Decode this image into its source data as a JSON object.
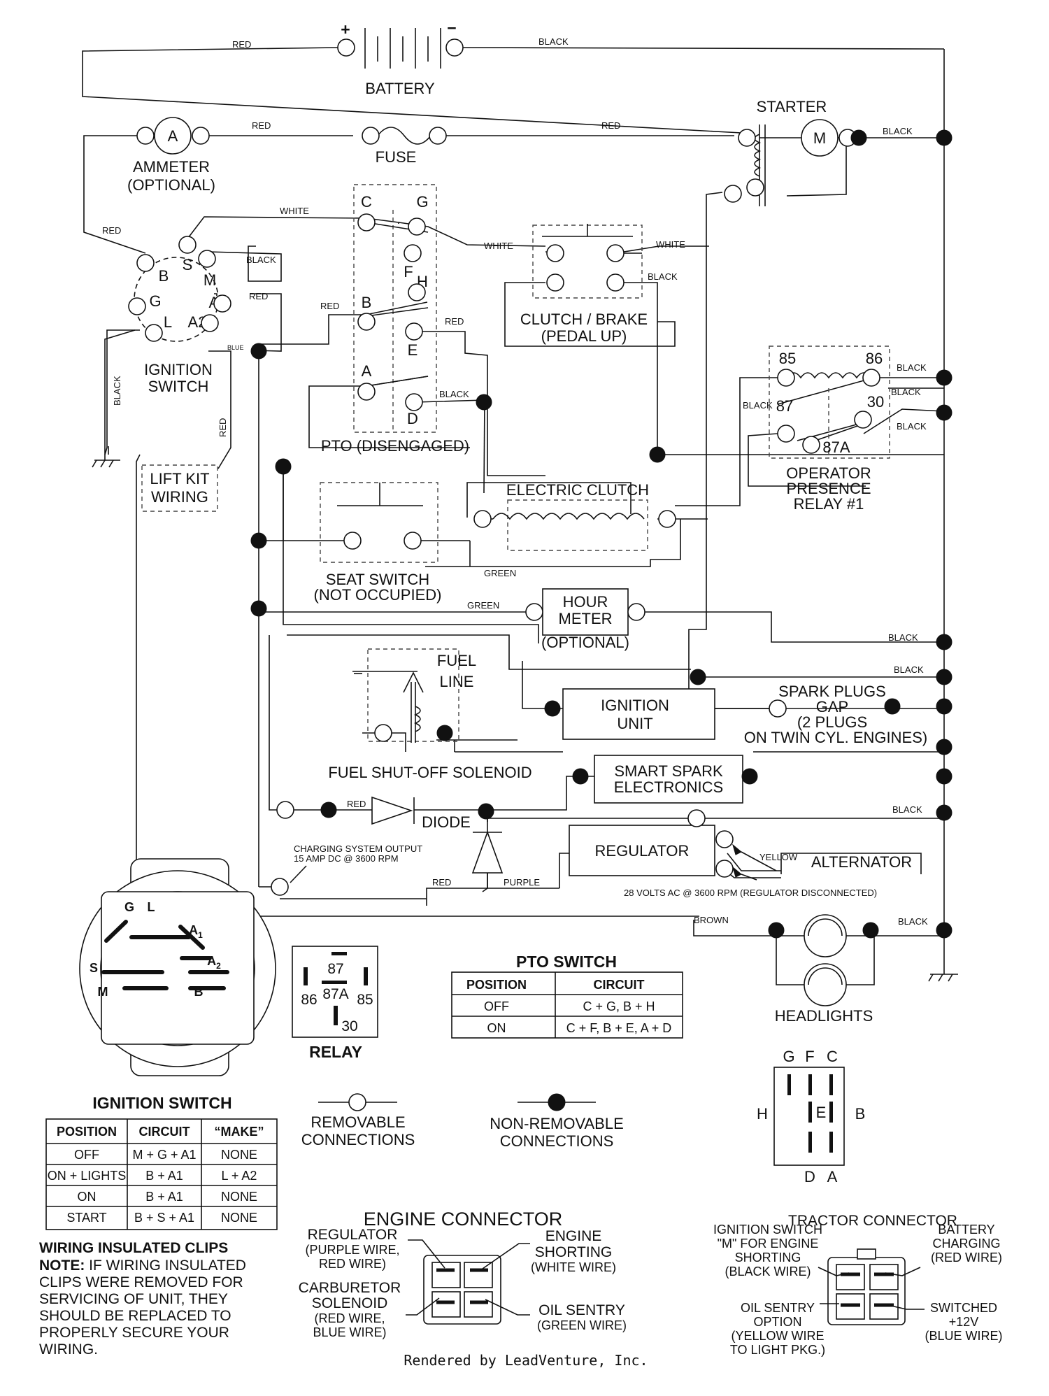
{
  "components": {
    "battery": "BATTERY",
    "battery_pos": "+",
    "battery_neg": "−",
    "starter": "STARTER",
    "starter_motor": "M",
    "ammeter_symbol": "A",
    "ammeter": [
      "AMMETER",
      "(OPTIONAL)"
    ],
    "fuse": "FUSE",
    "ignition_switch": [
      "IGNITION",
      "SWITCH"
    ],
    "ign_terms": {
      "s": "S",
      "b": "B",
      "m": "M",
      "g": "G",
      "a1": "A1",
      "l": "L",
      "a2": "A2"
    },
    "pto_terms": {
      "c": "C",
      "g": "G",
      "f": "F",
      "h": "H",
      "b": "B",
      "e": "E",
      "a": "A",
      "d": "D"
    },
    "pto": "PTO (DISENGAGED)",
    "clutch_brake": [
      "CLUTCH / BRAKE",
      "(PEDAL UP)"
    ],
    "relay_terms": {
      "t85": "85",
      "t86": "86",
      "t87": "87",
      "t30": "30",
      "t87a": "87A"
    },
    "operator_relay": [
      "OPERATOR",
      "PRESENCE",
      "RELAY #1"
    ],
    "lift_kit": [
      "LIFT KIT",
      "WIRING"
    ],
    "electric_clutch": "ELECTRIC CLUTCH",
    "seat_switch": [
      "SEAT SWITCH",
      "(NOT OCCUPIED)"
    ],
    "hour_meter": [
      "HOUR",
      "METER",
      "(OPTIONAL)"
    ],
    "fuel_line": [
      "FUEL",
      "LINE"
    ],
    "ignition_unit": [
      "IGNITION",
      "UNIT"
    ],
    "spark_plugs": [
      "SPARK PLUGS",
      "GAP",
      "(2 PLUGS",
      "ON TWIN CYL. ENGINES)"
    ],
    "fuel_solenoid": "FUEL SHUT-OFF SOLENOID",
    "smart_spark": [
      "SMART SPARK",
      "ELECTRONICS"
    ],
    "diode": "DIODE",
    "regulator": "REGULATOR",
    "alternator": "ALTERNATOR",
    "charging_output": [
      "CHARGING SYSTEM OUTPUT",
      "15 AMP DC @ 3600 RPM"
    ],
    "alt_output": "28 VOLTS AC @ 3600 RPM (REGULATOR DISCONNECTED)",
    "headlights": "HEADLIGHTS"
  },
  "wires": {
    "red": "RED",
    "black": "BLACK",
    "white": "WHITE",
    "blue": "BLUE",
    "green": "GREEN",
    "yellow": "YELLOW",
    "purple": "PURPLE",
    "brown": "BROWN"
  },
  "relay_pinout": {
    "title": "RELAY",
    "p87": "87",
    "p87a": "87A",
    "p86": "86",
    "p85": "85",
    "p30": "30"
  },
  "switch_face": {
    "g": "G",
    "l": "L",
    "a1": "A",
    "a1_sub": "1",
    "a2": "A",
    "a2_sub": "2",
    "s": "S",
    "m": "M",
    "b": "B"
  },
  "pto_table": {
    "title": "PTO SWITCH",
    "headers": [
      "POSITION",
      "CIRCUIT"
    ],
    "rows": [
      [
        "OFF",
        "C + G, B + H"
      ],
      [
        "ON",
        "C + F, B + E, A + D"
      ]
    ]
  },
  "ignition_table": {
    "title": "IGNITION SWITCH",
    "headers": [
      "POSITION",
      "CIRCUIT",
      "“MAKE”"
    ],
    "rows": [
      [
        "OFF",
        "M + G + A1",
        "NONE"
      ],
      [
        "ON + LIGHTS",
        "B + A1",
        "L + A2"
      ],
      [
        "ON",
        "B + A1",
        "NONE"
      ],
      [
        "START",
        "B + S + A1",
        "NONE"
      ]
    ]
  },
  "legend": {
    "removable": [
      "REMOVABLE",
      "CONNECTIONS"
    ],
    "non_removable": [
      "NON-REMOVABLE",
      "CONNECTIONS"
    ]
  },
  "pto_connector": {
    "g": "G",
    "f": "F",
    "c": "C",
    "h": "H",
    "e": "E",
    "b": "B",
    "d": "D",
    "a": "A"
  },
  "note": {
    "title": "WIRING INSULATED CLIPS",
    "lead": "NOTE:",
    "lines": [
      " IF WIRING INSULATED",
      "CLIPS WERE REMOVED FOR",
      "SERVICING OF UNIT, THEY",
      "SHOULD BE REPLACED TO",
      "PROPERLY SECURE YOUR",
      "WIRING."
    ]
  },
  "engine_connector": {
    "title": "ENGINE CONNECTOR",
    "regulator": [
      "REGULATOR",
      "(PURPLE WIRE,",
      "RED WIRE)"
    ],
    "carb": [
      "CARBURETOR",
      "SOLENOID",
      "(RED WIRE,",
      "BLUE WIRE)"
    ],
    "shorting": [
      "ENGINE",
      "SHORTING",
      "(WHITE WIRE)"
    ],
    "oil": [
      "OIL SENTRY",
      "(GREEN WIRE)"
    ]
  },
  "tractor_connector": {
    "title": "TRACTOR CONNECTOR",
    "ign": [
      "IGNITION SWITCH",
      "\"M\" FOR ENGINE",
      "SHORTING",
      "(BLACK WIRE)"
    ],
    "battery": [
      "BATTERY",
      "CHARGING",
      "(RED WIRE)"
    ],
    "oil": [
      "OIL SENTRY",
      "OPTION",
      "(YELLOW WIRE",
      "TO LIGHT PKG.)"
    ],
    "switched": [
      "SWITCHED",
      "+12V",
      "(BLUE WIRE)"
    ]
  },
  "footer": "Rendered by LeadVenture, Inc."
}
